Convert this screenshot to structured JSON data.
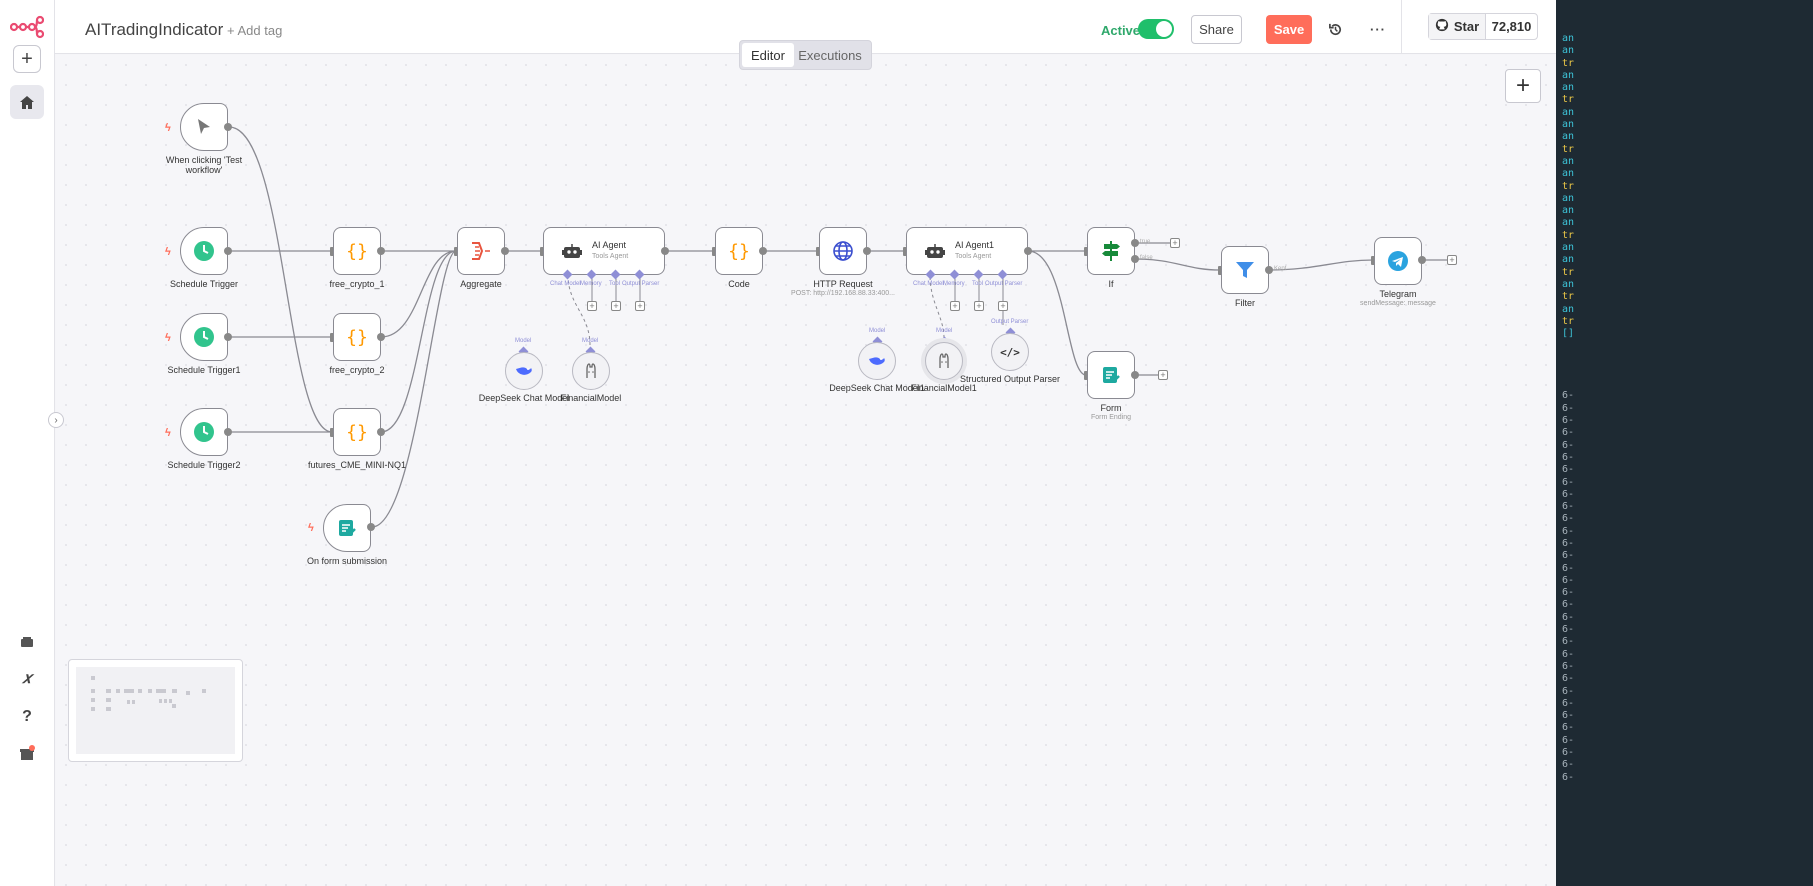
{
  "workflow": {
    "name": "AITradingIndicator",
    "add_tag": "+ Add tag"
  },
  "header": {
    "active_label": "Active",
    "active": true,
    "share": "Share",
    "save": "Save",
    "more": "···",
    "github": {
      "star": "Star",
      "count": "72,810"
    }
  },
  "tabs": {
    "editor": "Editor",
    "executions": "Executions",
    "selected": "Editor"
  },
  "nodes": {
    "manual_trigger": {
      "label": "When clicking 'Test workflow'"
    },
    "schedule": {
      "label": "Schedule Trigger"
    },
    "schedule1": {
      "label": "Schedule Trigger1"
    },
    "schedule2": {
      "label": "Schedule Trigger2"
    },
    "form_trigger": {
      "label": "On form submission"
    },
    "free_crypto_1": {
      "label": "free_crypto_1"
    },
    "free_crypto_2": {
      "label": "free_crypto_2"
    },
    "futures": {
      "label": "futures_CME_MINI-NQ1"
    },
    "aggregate": {
      "label": "Aggregate"
    },
    "ai_agent": {
      "label": "AI Agent",
      "sub": "Tools Agent",
      "ports": [
        "Chat Model",
        "Memory",
        "Tool",
        "Output Parser"
      ]
    },
    "code": {
      "label": "Code"
    },
    "http": {
      "label": "HTTP Request",
      "sub": "POST: http://192.168.88.33:400..."
    },
    "ai_agent1": {
      "label": "AI Agent1",
      "sub": "Tools Agent",
      "ports": [
        "Chat Model",
        "Memory",
        "Tool",
        "Output Parser"
      ]
    },
    "if": {
      "label": "If",
      "true": "true",
      "false": "false"
    },
    "filter": {
      "label": "Filter",
      "kept": "Kept"
    },
    "telegram": {
      "label": "Telegram",
      "sub": "sendMessage: message"
    },
    "form": {
      "label": "Form",
      "sub": "Form Ending"
    },
    "deepseek": {
      "label": "DeepSeek Chat Model",
      "port": "Model"
    },
    "financial": {
      "label": "FinancialModel",
      "port": "Model"
    },
    "deepseek1": {
      "label": "DeepSeek Chat Model1",
      "port": "Model"
    },
    "financial1": {
      "label": "FinancialModel1",
      "port": "Model"
    },
    "structured": {
      "label": "Structured Output Parser",
      "port": "Output Parser"
    }
  },
  "terminal": {
    "lines_top": [
      "an",
      "an",
      "tr",
      "an",
      "an",
      "tr",
      "an",
      "an",
      "an",
      "tr",
      "an",
      "an",
      "tr",
      "an",
      "an",
      "an",
      "tr",
      "an",
      "an",
      "tr",
      "an",
      "tr",
      "an",
      "tr",
      "[]"
    ],
    "lines_bottom": [
      "6-",
      "6-",
      "6-",
      "6-",
      "6-",
      "6-",
      "6-",
      "6-",
      "6-",
      "6-",
      "6-",
      "6-",
      "6-",
      "6-",
      "6-",
      "6-",
      "6-",
      "6-",
      "6-",
      "6-",
      "6-",
      "6-",
      "6-",
      "6-",
      "6-",
      "6-",
      "6-",
      "6-",
      "6-",
      "6-",
      "6-",
      "6-"
    ]
  },
  "colors": {
    "accent": "#ff6d5a",
    "active": "#20bf6b",
    "ai_port": "#8f8fd6",
    "code": "#ff9900"
  }
}
